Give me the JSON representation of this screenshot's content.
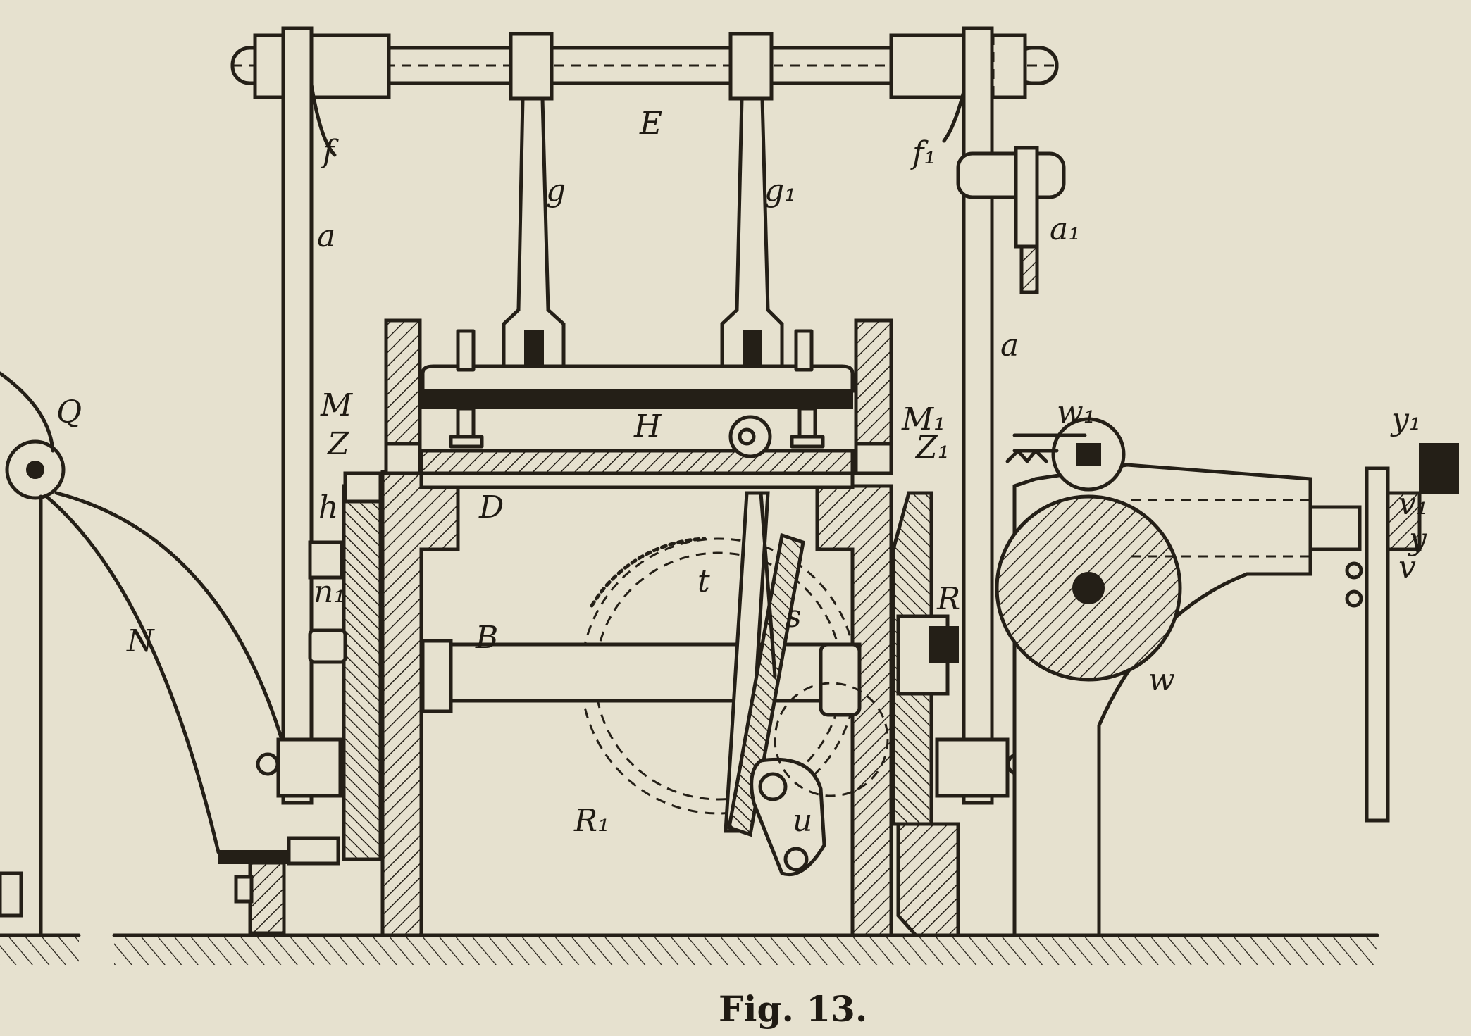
{
  "caption": "Fig. 13.",
  "colors": {
    "paper": "#e6e1cf",
    "ink": "#241f17"
  },
  "labels": {
    "E": "E",
    "f": "f",
    "f1": "f₁",
    "g": "g",
    "g1": "g₁",
    "a_left": "a",
    "a_right": "a",
    "a1": "a₁",
    "Q": "Q",
    "N": "N",
    "M": "M",
    "M1": "M₁",
    "Z": "Z",
    "Z1": "Z₁",
    "H": "H",
    "D": "D",
    "t": "t",
    "s": "s",
    "B": "B",
    "R": "R",
    "R1": "R₁",
    "u": "u",
    "w": "w",
    "w1": "w₁",
    "y": "y",
    "y1": "y₁",
    "v": "v",
    "v1": "v₁",
    "n1": "n₁",
    "h": "h"
  }
}
